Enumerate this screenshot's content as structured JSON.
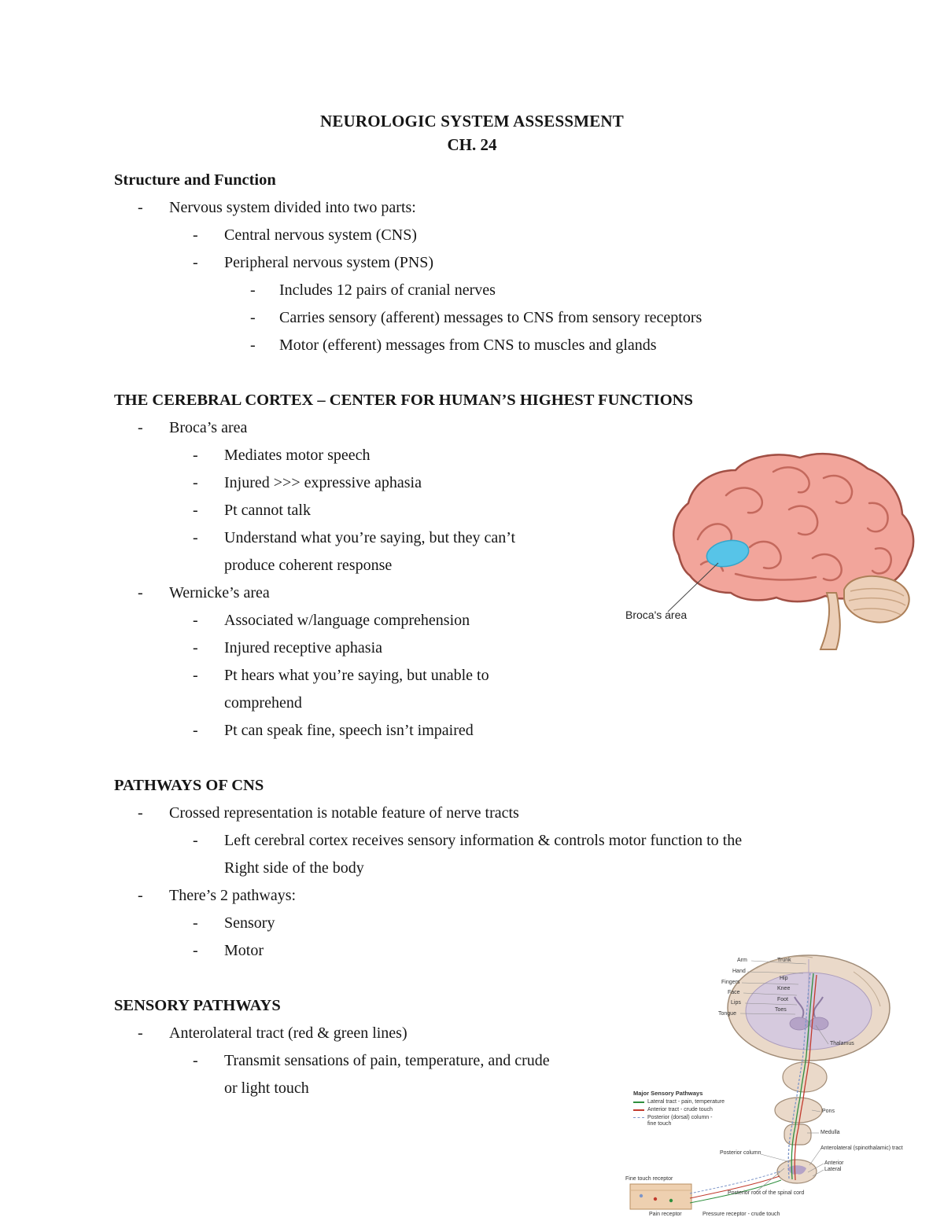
{
  "title": "NEUROLOGIC SYSTEM ASSESSMENT",
  "subtitle": "CH. 24",
  "bullet_marker": "-",
  "sections": [
    {
      "heading": "Structure and Function",
      "bullets": [
        "Nervous system divided into two parts:",
        "Central nervous system (CNS)",
        "Peripheral nervous system (PNS)",
        "Includes 12 pairs of cranial nerves",
        "Carries sensory (afferent) messages to CNS from sensory receptors",
        "Motor (efferent) messages from CNS to muscles and glands"
      ]
    },
    {
      "heading": "THE CEREBRAL CORTEX – CENTER FOR HUMAN’S HIGHEST FUNCTIONS",
      "bullets": [
        "Broca’s area",
        "Mediates motor speech",
        "Injured >>>  expressive aphasia",
        "Pt cannot talk",
        "Understand what you’re saying, but they can’t\nproduce coherent response",
        "Wernicke’s area",
        "Associated w/language comprehension",
        "Injured  receptive aphasia",
        "Pt hears what you’re saying, but unable to\ncomprehend",
        "Pt can speak fine, speech isn’t impaired"
      ]
    },
    {
      "heading": "PATHWAYS OF CNS",
      "bullets": [
        "Crossed representation is notable feature of nerve tracts",
        "Left cerebral cortex receives sensory information & controls motor function to the\nRight side of the body",
        "There’s 2 pathways:",
        "Sensory",
        "Motor"
      ]
    },
    {
      "heading": "SENSORY PATHWAYS",
      "bullets": [
        "Anterolateral tract (red & green lines)",
        "Transmit sensations of pain, temperature, and crude\nor light touch"
      ]
    }
  ],
  "broca_figure": {
    "label": "Broca's area",
    "colors": {
      "brain": "#f2a59b",
      "outline": "#a14f44",
      "gyri": "#c4695d",
      "cerebellum": "#eccfb8",
      "cerebellum_outline": "#ad8059",
      "highlight": "#57c4e8"
    }
  },
  "sensory_figure": {
    "legend_title": "Major Sensory Pathways",
    "legend": [
      {
        "label": "Lateral tract - pain, temperature",
        "color": "#2f8f3e"
      },
      {
        "label": "Anterior tract - crude touch",
        "color": "#c23b2e"
      },
      {
        "label": "Posterior (dorsal) column -\nfine touch",
        "color": "#7e96c8"
      }
    ],
    "homunculus_left": [
      "Arm",
      "Hand",
      "Fingers",
      "Face",
      "Lips",
      "Tongue"
    ],
    "homunculus_right": [
      "Trunk",
      "Hip",
      "Knee",
      "Foot",
      "Toes"
    ],
    "labels": {
      "thalamus": "Thalamus",
      "pons": "Pons",
      "medulla": "Medulla",
      "posterior_column": "Posterior column",
      "anterolateral_tract": "Anterolateral (spinothalamic) tract",
      "anterior": "Anterior",
      "lateral": "Lateral",
      "fine_touch_receptor": "Fine touch receptor",
      "pain_receptor": "Pain receptor",
      "pressure_receptor": "Pressure receptor - crude touch",
      "posterior_root": "Posterior root of the spinal cord"
    }
  }
}
